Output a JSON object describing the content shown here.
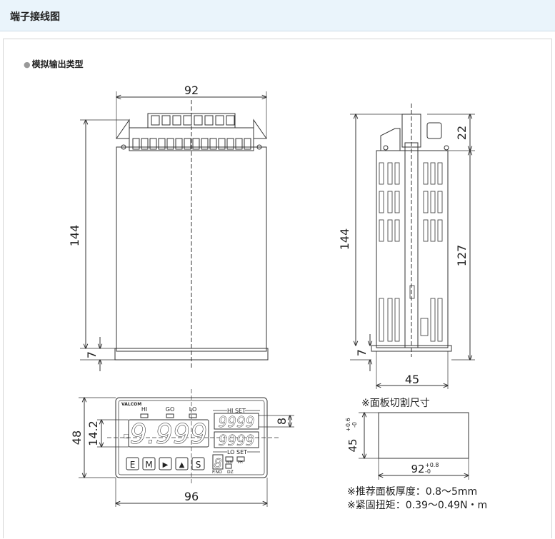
{
  "header": {
    "title": "端子接线图"
  },
  "section": {
    "bullet": "●",
    "title": "模拟输出类型"
  },
  "dimensions": {
    "front_width": "92",
    "front_height": "144",
    "front_bezel": "7",
    "side_height": "144",
    "side_top": "22",
    "side_body": "127",
    "side_bezel": "7",
    "side_depth": "45",
    "panel_height": "48",
    "panel_display_height": "14.2",
    "panel_digit_height": "8",
    "panel_width": "96"
  },
  "device": {
    "brand": "VALCOM",
    "lamps": [
      "HI",
      "GO",
      "LO"
    ],
    "main_reading": "9.999",
    "hi_set_label": "HI SET",
    "hi_set_value": "9999",
    "lo_set_label": "LO SET",
    "lo_set_value": "9999",
    "pno_digit": "8",
    "pno_label": "P.NO",
    "dz_label": "DZ",
    "small_labels": [
      "MM",
      "PH"
    ],
    "unit_mark": "□",
    "keys": [
      "E",
      "M",
      "▶",
      "▲",
      "S"
    ]
  },
  "cutout": {
    "title": "※面板切割尺寸",
    "height": "45",
    "height_tol_upper": "+0.6",
    "height_tol_lower": "-0",
    "width": "92",
    "width_tol_upper": "+0.8",
    "width_tol_lower": "-0"
  },
  "notes": [
    "※推荐面板厚度：0.8～5mm",
    "※紧固扭矩：0.39～0.49N・m"
  ]
}
